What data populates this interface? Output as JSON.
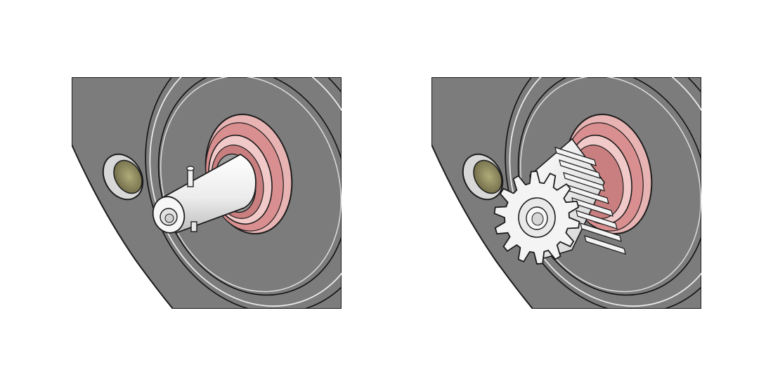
{
  "figure": {
    "panels": [
      {
        "id": "before",
        "components": [
          "housing-plate",
          "dowel-hole",
          "bearing",
          "shaft",
          "pin"
        ]
      },
      {
        "id": "after",
        "components": [
          "housing-plate",
          "dowel-hole",
          "bearing",
          "shaft",
          "spur-gear"
        ]
      }
    ],
    "colors": {
      "housing": "#7c7c7c",
      "housing_edge": "#1c1c1c",
      "bearing": "#d98f8f",
      "bearing_light": "#f2c9c9",
      "shaft": "#f4f4f4",
      "gear": "#f0f0f0",
      "dowel": "#8f8a5e"
    },
    "gear_teeth": 14
  }
}
